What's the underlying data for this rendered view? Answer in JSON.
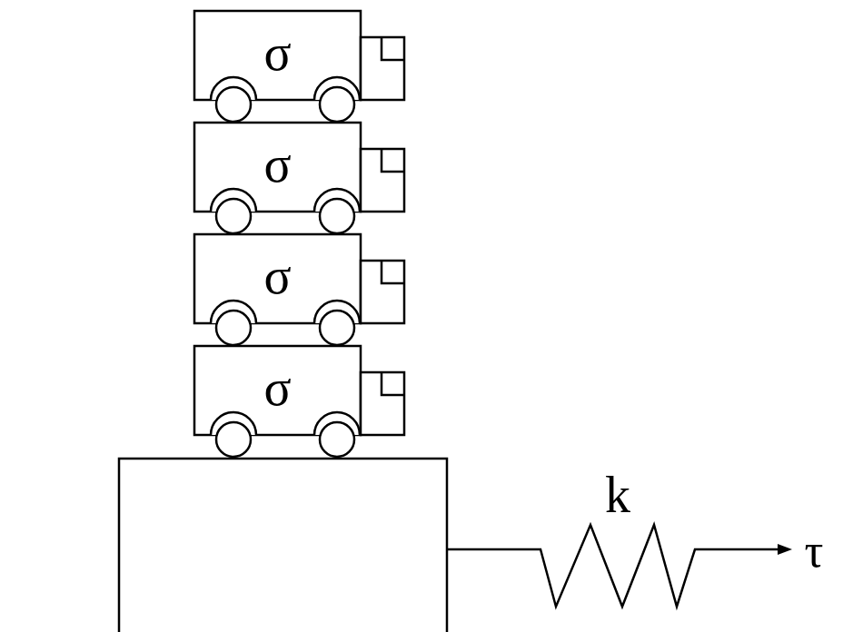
{
  "diagram": {
    "nodes": [
      {
        "text": [
          "σ"
        ]
      },
      {
        "text": [
          "σ"
        ]
      },
      {
        "text": [
          "σ"
        ]
      },
      {
        "text": [
          "σ"
        ]
      }
    ],
    "labels": [
      "k",
      "τ"
    ]
  }
}
